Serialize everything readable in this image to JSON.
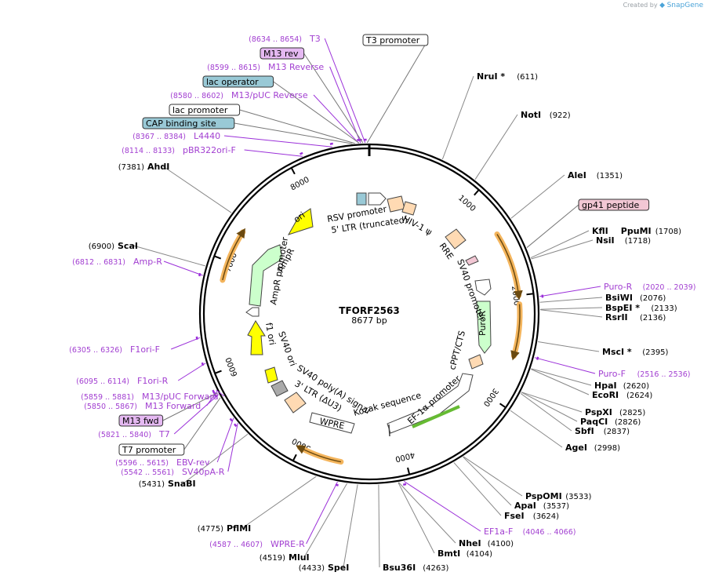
{
  "watermark": {
    "prefix": "Created by",
    "brand": "SnapGene"
  },
  "plasmid": {
    "name": "TFORF2563",
    "length_label": "8677 bp",
    "length": 8677
  },
  "ruler": [
    "1000",
    "2000",
    "3000",
    "4000",
    "5000",
    "6000",
    "7000",
    "8000"
  ],
  "site_labels": [
    {
      "name": "NruI *",
      "pos": "(611)"
    },
    {
      "name": "NotI",
      "pos": "(922)"
    },
    {
      "name": "AleI",
      "pos": "(1351)"
    },
    {
      "name": "KflI",
      "name2": "PpuMI",
      "pos": "(1708)"
    },
    {
      "name": "NsiI",
      "pos": "(1718)"
    },
    {
      "name": "BsiWI",
      "pos": "(2076)"
    },
    {
      "name": "BspEI *",
      "pos": "(2133)"
    },
    {
      "name": "RsrII",
      "pos": "(2136)"
    },
    {
      "name": "MscI *",
      "pos": "(2395)"
    },
    {
      "name": "HpaI",
      "pos": "(2620)"
    },
    {
      "name": "EcoRI",
      "pos": "(2624)"
    },
    {
      "name": "PspXI",
      "pos": "(2825)"
    },
    {
      "name": "PaqCI",
      "pos": "(2826)"
    },
    {
      "name": "SbfI",
      "pos": "(2837)"
    },
    {
      "name": "AgeI",
      "pos": "(2998)"
    },
    {
      "name": "PspOMI",
      "pos": "(3533)"
    },
    {
      "name": "ApaI",
      "pos": "(3537)"
    },
    {
      "name": "FseI",
      "pos": "(3624)"
    },
    {
      "name": "NheI",
      "pos": "(4100)"
    },
    {
      "name": "BmtI",
      "pos": "(4104)"
    },
    {
      "name": "Bsu36I",
      "pos": "(4263)"
    },
    {
      "name": "SpeI",
      "pos": "(4433)"
    },
    {
      "name": "MluI",
      "pos": "(4519)"
    },
    {
      "name": "PflMI",
      "pos": "(4775)"
    },
    {
      "name": "SnaBI",
      "pos": "(5431)"
    },
    {
      "name": "ScaI",
      "pos": "(6900)"
    },
    {
      "name": "AhdI",
      "pos": "(7381)"
    }
  ],
  "primer_labels": [
    {
      "pos": "(8634 .. 8654)",
      "name": "T3"
    },
    {
      "pos": "(8599 .. 8615)",
      "name": "M13 Reverse"
    },
    {
      "pos": "(8580 .. 8602)",
      "name": "M13/pUC Reverse"
    },
    {
      "pos": "(8367 .. 8384)",
      "name": "L4440"
    },
    {
      "pos": "(8114 .. 8133)",
      "name": "pBR322ori-F"
    },
    {
      "pos": "(6812 .. 6831)",
      "name": "Amp-R"
    },
    {
      "pos": "(6305 .. 6326)",
      "name": "F1ori-F"
    },
    {
      "pos": "(6095 .. 6114)",
      "name": "F1ori-R"
    },
    {
      "pos": "(5859 .. 5881)",
      "name": "M13/pUC Forward"
    },
    {
      "pos": "(5850 .. 5867)",
      "name": "M13 Forward"
    },
    {
      "pos": "(5821 .. 5840)",
      "name": "T7"
    },
    {
      "pos": "(5596 .. 5615)",
      "name": "EBV-rev"
    },
    {
      "pos": "(5542 .. 5561)",
      "name": "SV40pA-R"
    },
    {
      "pos": "(4587 .. 4607)",
      "name": "WPRE-R"
    },
    {
      "pos": "(4046 .. 4066)",
      "name": "EF1a-F"
    },
    {
      "pos": "(2020 .. 2039)",
      "name": "Puro-R"
    },
    {
      "pos": "(2516 .. 2536)",
      "name": "Puro-F"
    }
  ],
  "boxed_labels": [
    {
      "text": "T3 promoter"
    },
    {
      "text": "M13 rev"
    },
    {
      "text": "lac operator"
    },
    {
      "text": "lac promoter"
    },
    {
      "text": "CAP binding site"
    },
    {
      "text": "gp41 peptide"
    },
    {
      "text": "M13 fwd"
    },
    {
      "text": "T7 promoter"
    }
  ],
  "feature_labels": [
    "RSV promoter",
    "5' LTR (truncated)",
    "HIV-1 ψ",
    "RRE",
    "SV40 promoter",
    "PuroR",
    "cPPT/CTS",
    "EF-1α promoter",
    "Kozak sequence",
    "WPRE",
    "3' LTR (ΔU3)",
    "SV40 poly(A) signal",
    "SV40 ori",
    "f1 ori",
    "AmpR promoter",
    "AmpR",
    "ori"
  ],
  "colors": {
    "site": "#000000",
    "primer": "#a23fd1",
    "primer_line": "#9b30d9",
    "ori": "#ffff00",
    "amp": "#ccffcc",
    "puro": "#ccffcc",
    "ltr": "#ffdab3",
    "operator": "#99c9d6",
    "gp41": "#f2c7d4",
    "primer_bind": "#f1a84b",
    "ef1a": "#66bb33"
  }
}
